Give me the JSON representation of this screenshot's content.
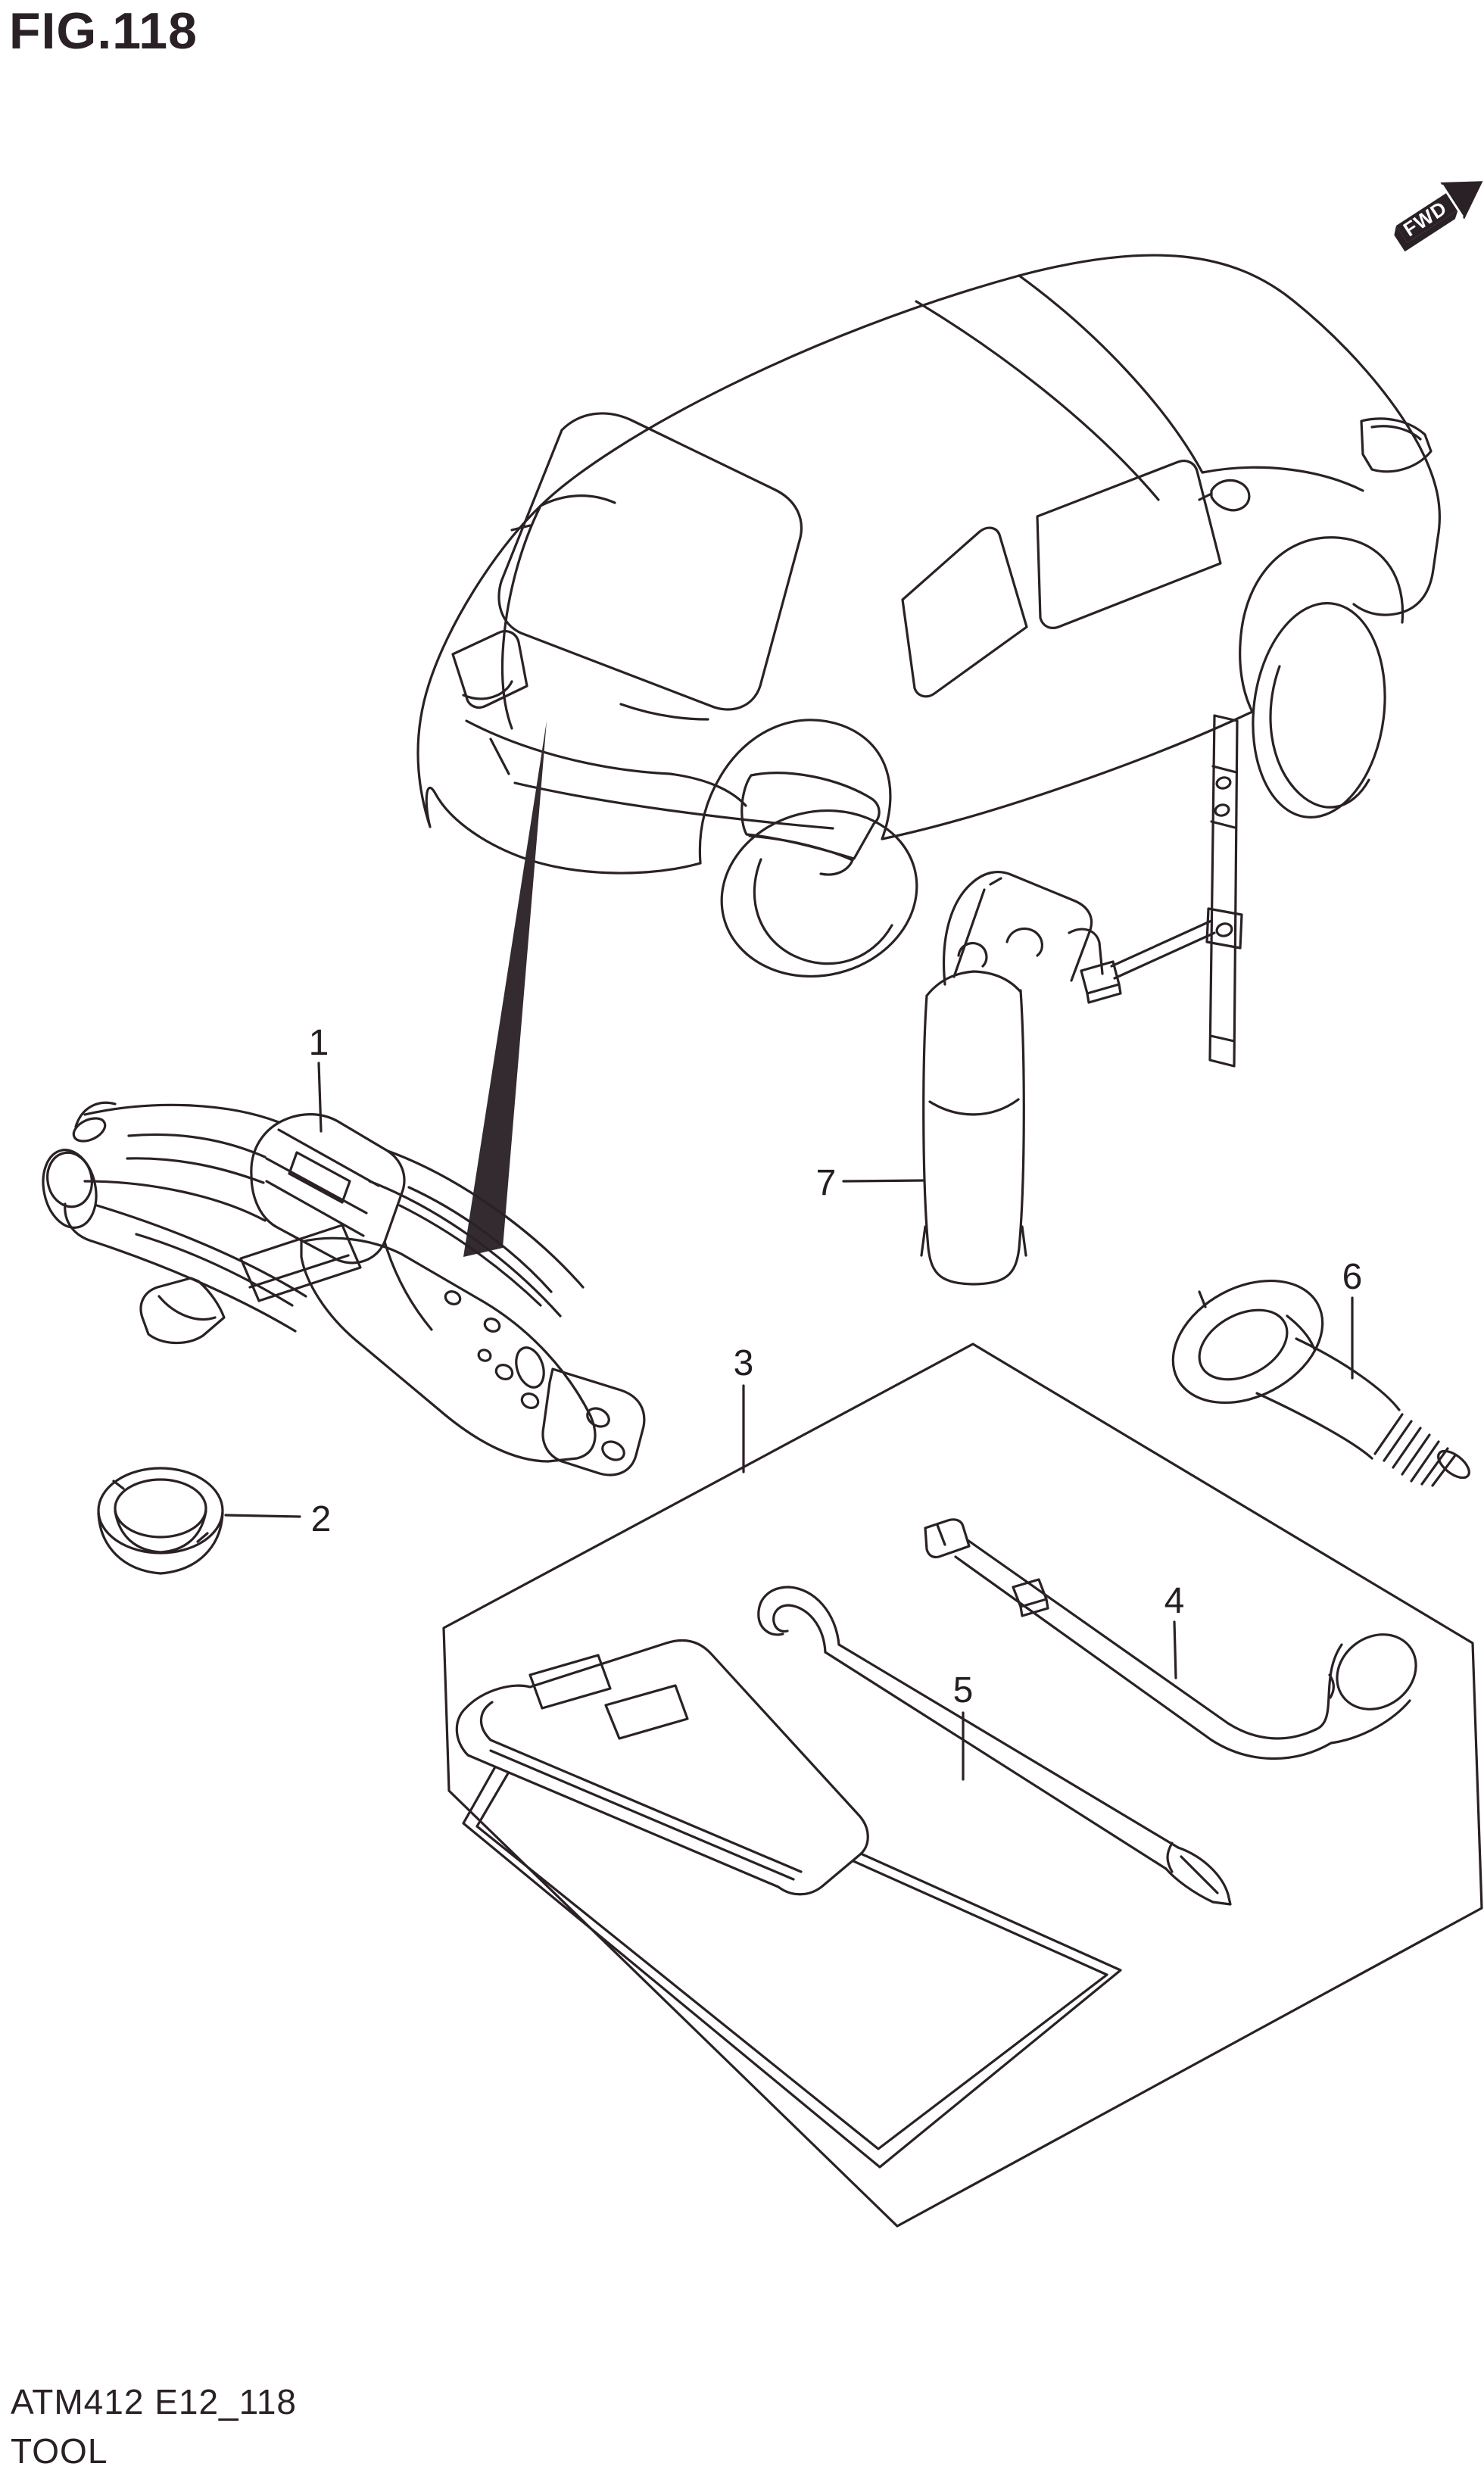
{
  "figure": {
    "title": "FIG.118"
  },
  "direction_indicator": {
    "label": "FWD"
  },
  "callouts": [
    {
      "number": "1"
    },
    {
      "number": "2"
    },
    {
      "number": "3"
    },
    {
      "number": "4"
    },
    {
      "number": "5"
    },
    {
      "number": "6"
    },
    {
      "number": "7"
    }
  ],
  "footer": {
    "code": "ATM412 E12_118",
    "name": "TOOL"
  },
  "colors": {
    "ink": "#2a2127",
    "background": "#ffffff",
    "pointer_fill": "#342b31"
  }
}
